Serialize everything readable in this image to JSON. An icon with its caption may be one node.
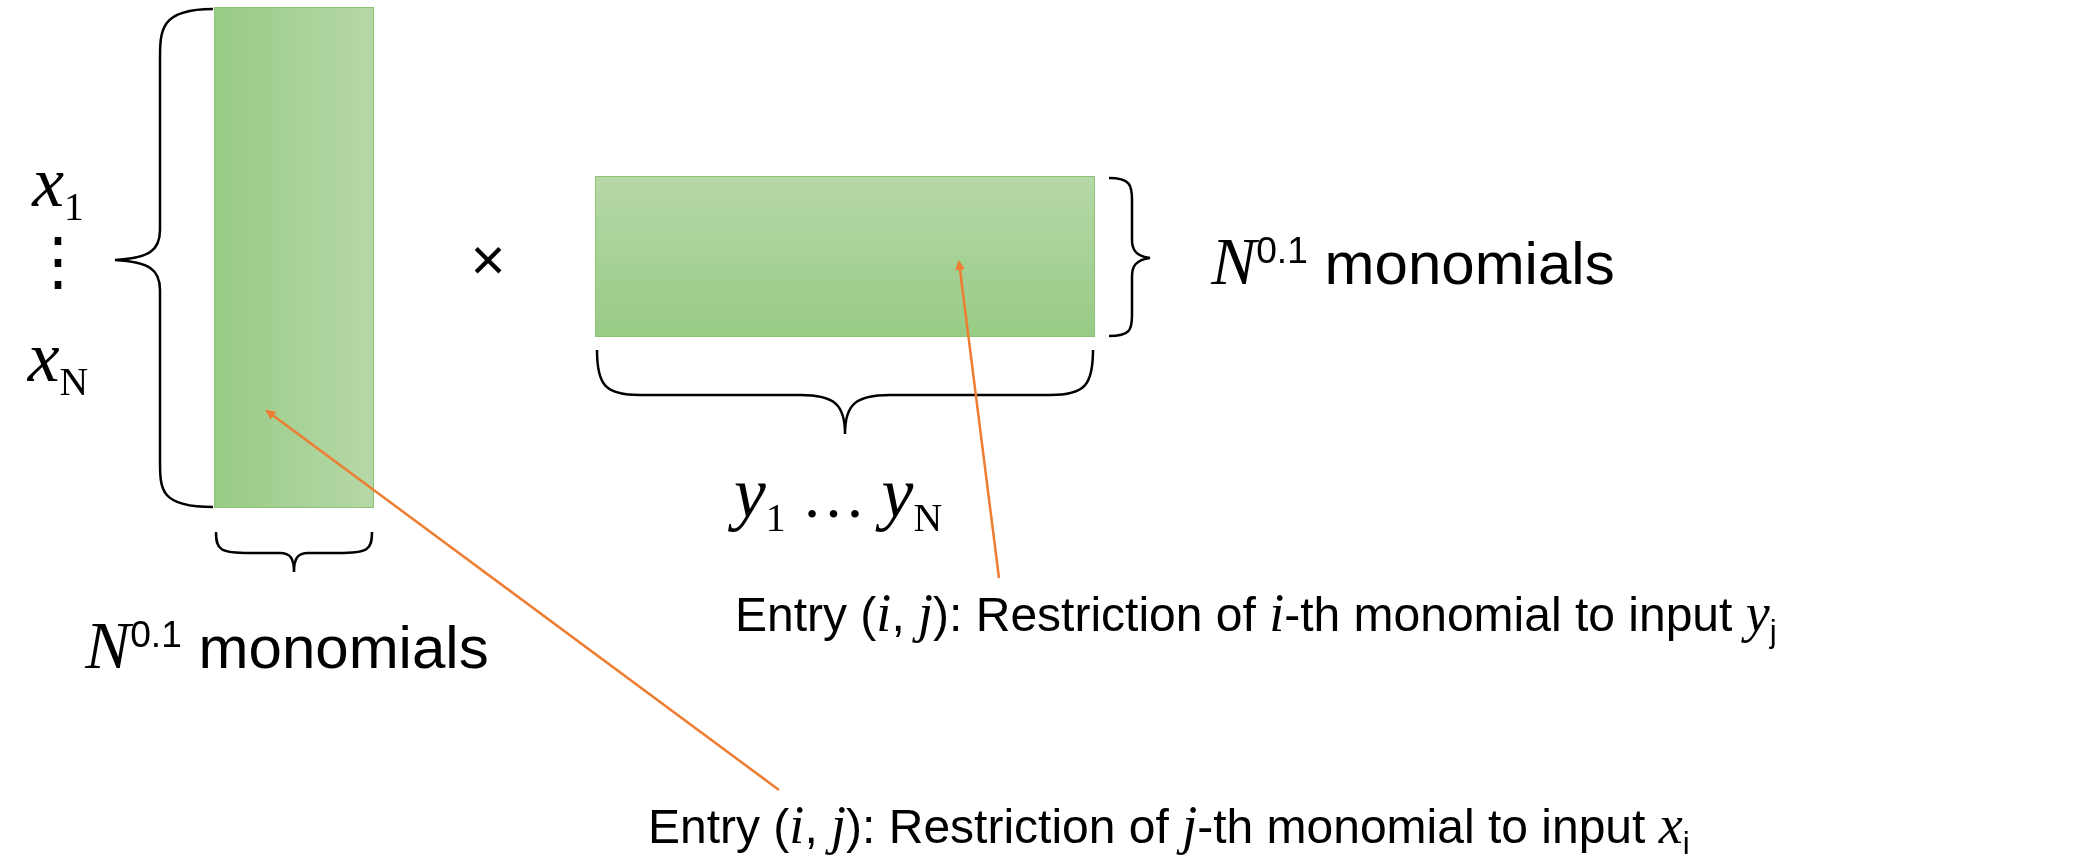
{
  "diagram": {
    "nodes": [
      {
        "text": [],
        "shape": "box"
      },
      {
        "text": [],
        "shape": "box"
      },
      {
        "text": [
          "Entry (*i*, *j*): Restriction of *i*-th monomial to input *y*$_{j}$"
        ]
      },
      {
        "text": [
          "Entry (*i*, *j*): Restriction of *j*-th monomial to input *x*$_{i}$"
        ]
      }
    ],
    "edges": [
      {
        "from": 2,
        "to": 1,
        "arrow": "to",
        "color": "#ed7d31"
      },
      {
        "from": 3,
        "to": 0,
        "arrow": "to",
        "color": "#ed7d31"
      }
    ],
    "labels": [
      "*x*$_{1}$",
      "⋮",
      "*x*$_{N}$",
      "×",
      "*N*$^{0.1}$ monomials",
      "*y*$_{1}$ … *y*$_{N}$",
      "*N*$^{0.1}$ monomials"
    ]
  }
}
